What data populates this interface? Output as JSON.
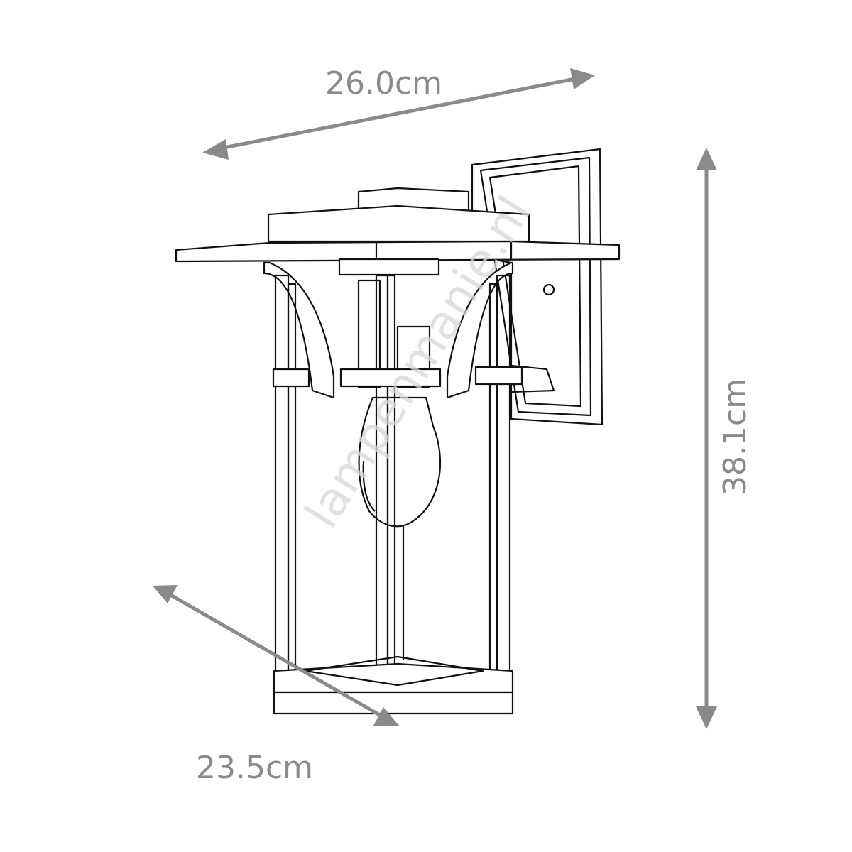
{
  "dimensions": {
    "width_top": "26.0cm",
    "height": "38.1cm",
    "depth_bottom": "23.5cm"
  },
  "watermark": "lampenmanie.nl",
  "colors": {
    "dimension": "#8a8a8a",
    "line": "#111111",
    "watermark": "#d8d8d8"
  }
}
